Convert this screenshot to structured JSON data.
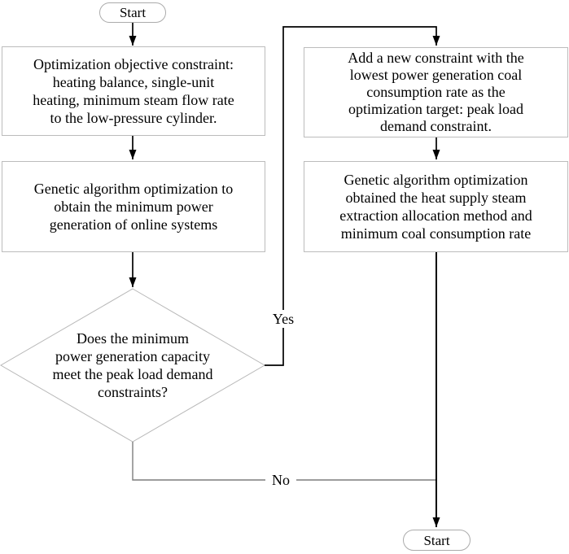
{
  "flowchart": {
    "start_top": {
      "label": "Start"
    },
    "start_bottom": {
      "label": "Start"
    },
    "boxes": {
      "optimization_constraint": {
        "lines": [
          "Optimization objective constraint:",
          "heating balance, single-unit",
          "heating, minimum steam flow rate",
          "to the low-pressure cylinder."
        ]
      },
      "ga_min_power": {
        "lines": [
          "Genetic algorithm optimization to",
          "obtain the minimum power",
          "generation of online systems"
        ]
      },
      "add_constraint": {
        "lines": [
          "Add a new constraint with the",
          "lowest power generation coal",
          "consumption rate as the",
          "optimization target: peak load",
          "demand constraint."
        ]
      },
      "ga_coal_rate": {
        "lines": [
          "Genetic algorithm optimization",
          "obtained the heat supply steam",
          "extraction allocation method and",
          "minimum coal consumption rate"
        ]
      },
      "decision": {
        "lines": [
          "Does the minimum",
          "power generation capacity",
          "meet the peak load demand",
          "constraints?"
        ]
      }
    },
    "labels": {
      "yes": "Yes",
      "no": "No"
    },
    "colors": {
      "arrow": "#000000",
      "route_line": "#7d7d7d",
      "shape_border": "#bcbcbc",
      "text": "#000000",
      "background": "#ffffff"
    }
  }
}
